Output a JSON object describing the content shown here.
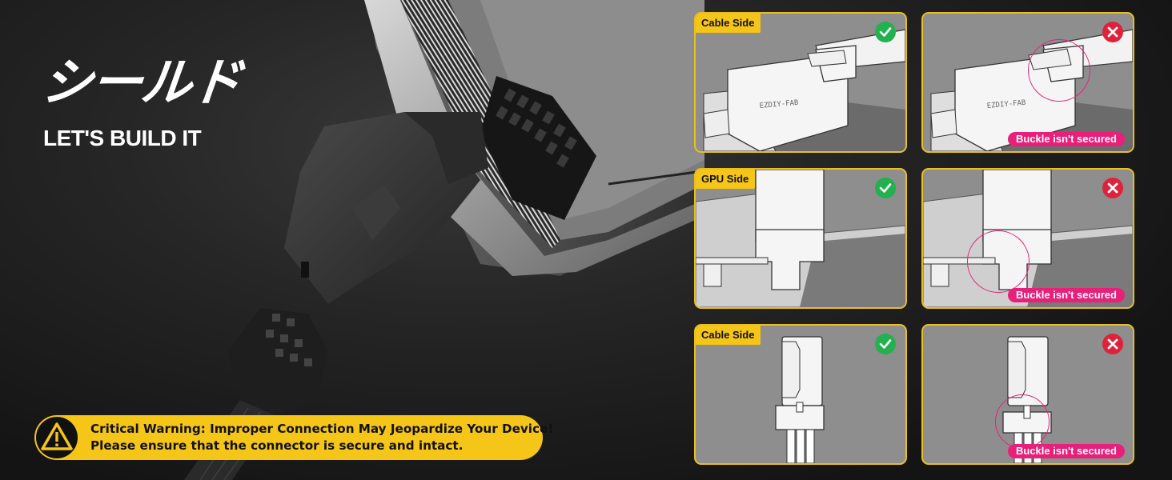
{
  "hero": {
    "brand": "シールド",
    "tagline": "LET'S BUILD IT"
  },
  "warning": {
    "line1": "Critical Warning: Improper Connection May Jeopardize Your Device!",
    "line2": "Please ensure that the connector is secure and intact.",
    "icon": "warning-triangle-icon"
  },
  "panels": {
    "r1_ok": {
      "label": "Cable Side",
      "status": "check-icon"
    },
    "r1_bad": {
      "status": "cross-icon",
      "error": "Buckle isn't secured"
    },
    "r2_ok": {
      "label": "GPU Side",
      "status": "check-icon"
    },
    "r2_bad": {
      "status": "cross-icon",
      "error": "Buckle isn't secured"
    },
    "r3_ok": {
      "label": "Cable Side",
      "status": "check-icon"
    },
    "r3_bad": {
      "status": "cross-icon",
      "error": "Buckle isn't secured"
    }
  },
  "colors": {
    "accent_yellow": "#f5c518",
    "ok_green": "#22b14c",
    "error_red": "#e0213a",
    "error_pink": "#e8207a"
  }
}
